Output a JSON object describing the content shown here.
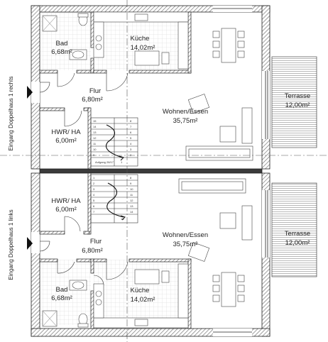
{
  "units": {
    "upper": {
      "entrance": "Eingang Doppelhaus 1 rechts",
      "rooms": [
        {
          "name": "Bad",
          "area": "6,68m²"
        },
        {
          "name": "Küche",
          "area": "14,02m²"
        },
        {
          "name": "Flur",
          "area": "6,80m²"
        },
        {
          "name": "HWR/ HA",
          "area": "6,00m²"
        },
        {
          "name": "Wohnen/Essen",
          "area": "35,75m²"
        },
        {
          "name": "Terrasse",
          "area": "12,00m²"
        }
      ]
    },
    "lower": {
      "entrance": "Eingang Doppelhaus 1 links",
      "rooms": [
        {
          "name": "HWR/ HA",
          "area": "6,00m²"
        },
        {
          "name": "Flur",
          "area": "6,80m²"
        },
        {
          "name": "Wohnen/Essen",
          "area": "35,75m²"
        },
        {
          "name": "Terrasse",
          "area": "12,00m²"
        },
        {
          "name": "Bad",
          "area": "6,68m²"
        },
        {
          "name": "Küche",
          "area": "14,02m²"
        }
      ]
    }
  },
  "stair": {
    "upper_steps": [
      "15",
      "14",
      "13",
      "12",
      "11",
      "10",
      "9",
      "8",
      "7",
      "6",
      "5",
      "4",
      "3",
      "2",
      "1"
    ],
    "upper_note": "Aufgang 28/17",
    "lower_steps": [
      "1",
      "2",
      "3",
      "4",
      "5",
      "6",
      "7",
      "8",
      "9",
      "10",
      "11",
      "12",
      "13",
      "14",
      "15"
    ]
  }
}
